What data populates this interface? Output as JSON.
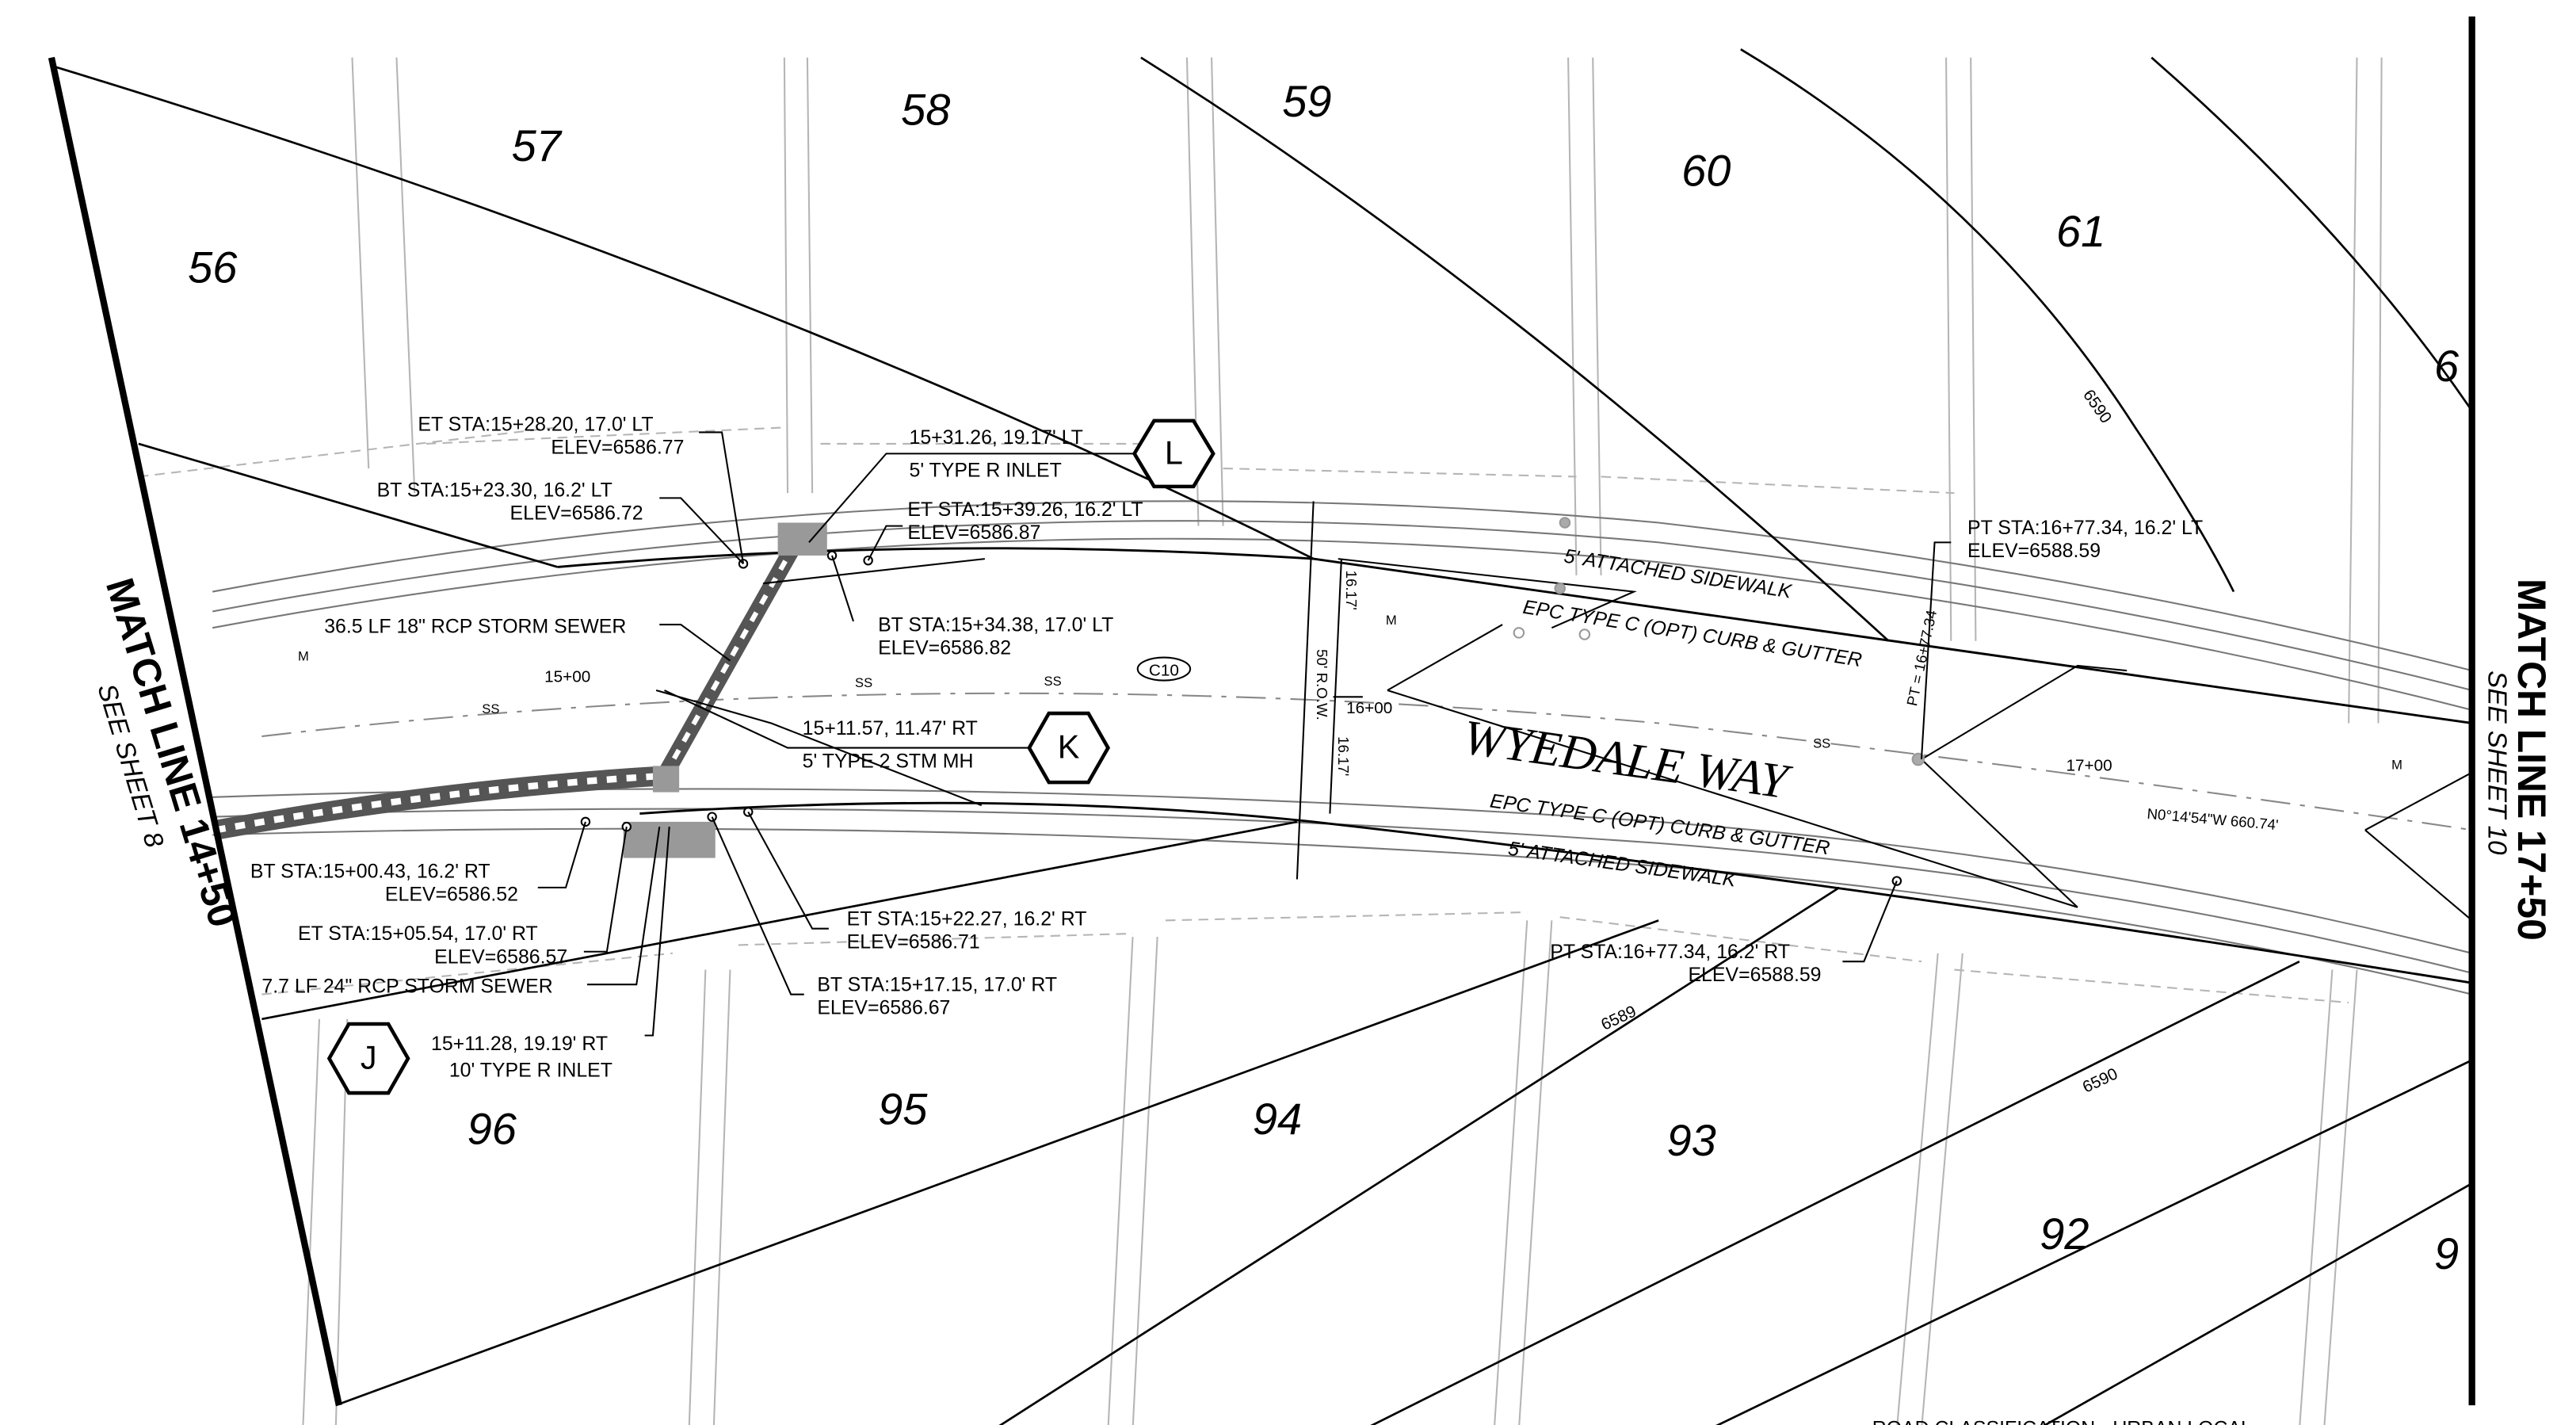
{
  "lots": [
    "56",
    "57",
    "58",
    "59",
    "60",
    "61",
    "6",
    "96",
    "95",
    "94",
    "93",
    "92",
    "9"
  ],
  "road_name": "WYEDALE WAY",
  "match_lines": {
    "left": {
      "title": "MATCH LINE 14+50",
      "sub": "SEE SHEET 8"
    },
    "right": {
      "title": "MATCH LINE 17+50",
      "sub": "SEE SHEET 10"
    }
  },
  "sidewalks": {
    "north": "5' ATTACHED SIDEWALK",
    "south": "5' ATTACHED SIDEWALK",
    "curb_north": "EPC TYPE C (OPT) CURB & GUTTER",
    "curb_south": "EPC TYPE C (OPT) CURB & GUTTER"
  },
  "stations": [
    "15+00",
    "16+00",
    "17+00"
  ],
  "row": {
    "width": "50' R.O.W.",
    "half_n": "16.17'",
    "half_s": "16.17'"
  },
  "bearing": "N0°14'54\"W  660.74'",
  "curve": "C10",
  "contours": [
    "6590",
    "6590",
    "6589"
  ],
  "pt_vertical": "PT = 16+77.34",
  "callouts": {
    "et_1528_sta": "ET STA:15+28.20, 17.0' LT",
    "et_1528_elev": "ELEV=6586.77",
    "bt_1523_sta": "BT STA:15+23.30, 16.2' LT",
    "bt_1523_elev": "ELEV=6586.72",
    "inlet_l_sta": "15+31.26, 19.17' LT",
    "inlet_l_type": "5' TYPE R INLET",
    "et_1539_sta": "ET STA:15+39.26, 16.2' LT",
    "et_1539_elev": "ELEV=6586.87",
    "rcp18": "36.5 LF 18\" RCP STORM SEWER",
    "bt_1534_sta": "BT STA:15+34.38, 17.0' LT",
    "bt_1534_elev": "ELEV=6586.82",
    "mh_k_sta": "15+11.57, 11.47' RT",
    "mh_k_type": "5' TYPE 2 STM MH",
    "pt_n_sta": "PT STA:16+77.34, 16.2' LT",
    "pt_n_elev": "ELEV=6588.59",
    "bt_1500_sta": "BT STA:15+00.43, 16.2' RT",
    "bt_1500_elev": "ELEV=6586.52",
    "et_1505_sta": "ET STA:15+05.54, 17.0' RT",
    "et_1505_elev": "ELEV=6586.57",
    "rcp24": "7.7 LF 24\" RCP STORM SEWER",
    "inlet_j_sta": "15+11.28, 19.19' RT",
    "inlet_j_type": "10' TYPE R INLET",
    "et_1522_sta": "ET STA:15+22.27, 16.2' RT",
    "et_1522_elev": "ELEV=6586.71",
    "bt_1517_sta": "BT STA:15+17.15, 17.0' RT",
    "bt_1517_elev": "ELEV=6586.67",
    "pt_s_sta": "PT STA:16+77.34, 16.2' RT",
    "pt_s_elev": "ELEV=6588.59"
  },
  "markers": {
    "L": "L",
    "K": "K",
    "J": "J"
  },
  "utility_marks": {
    "ss": "SS",
    "m": "M"
  },
  "footer": {
    "classification": "ROAD CLASSIFICATION - URBAN LOCAL"
  }
}
